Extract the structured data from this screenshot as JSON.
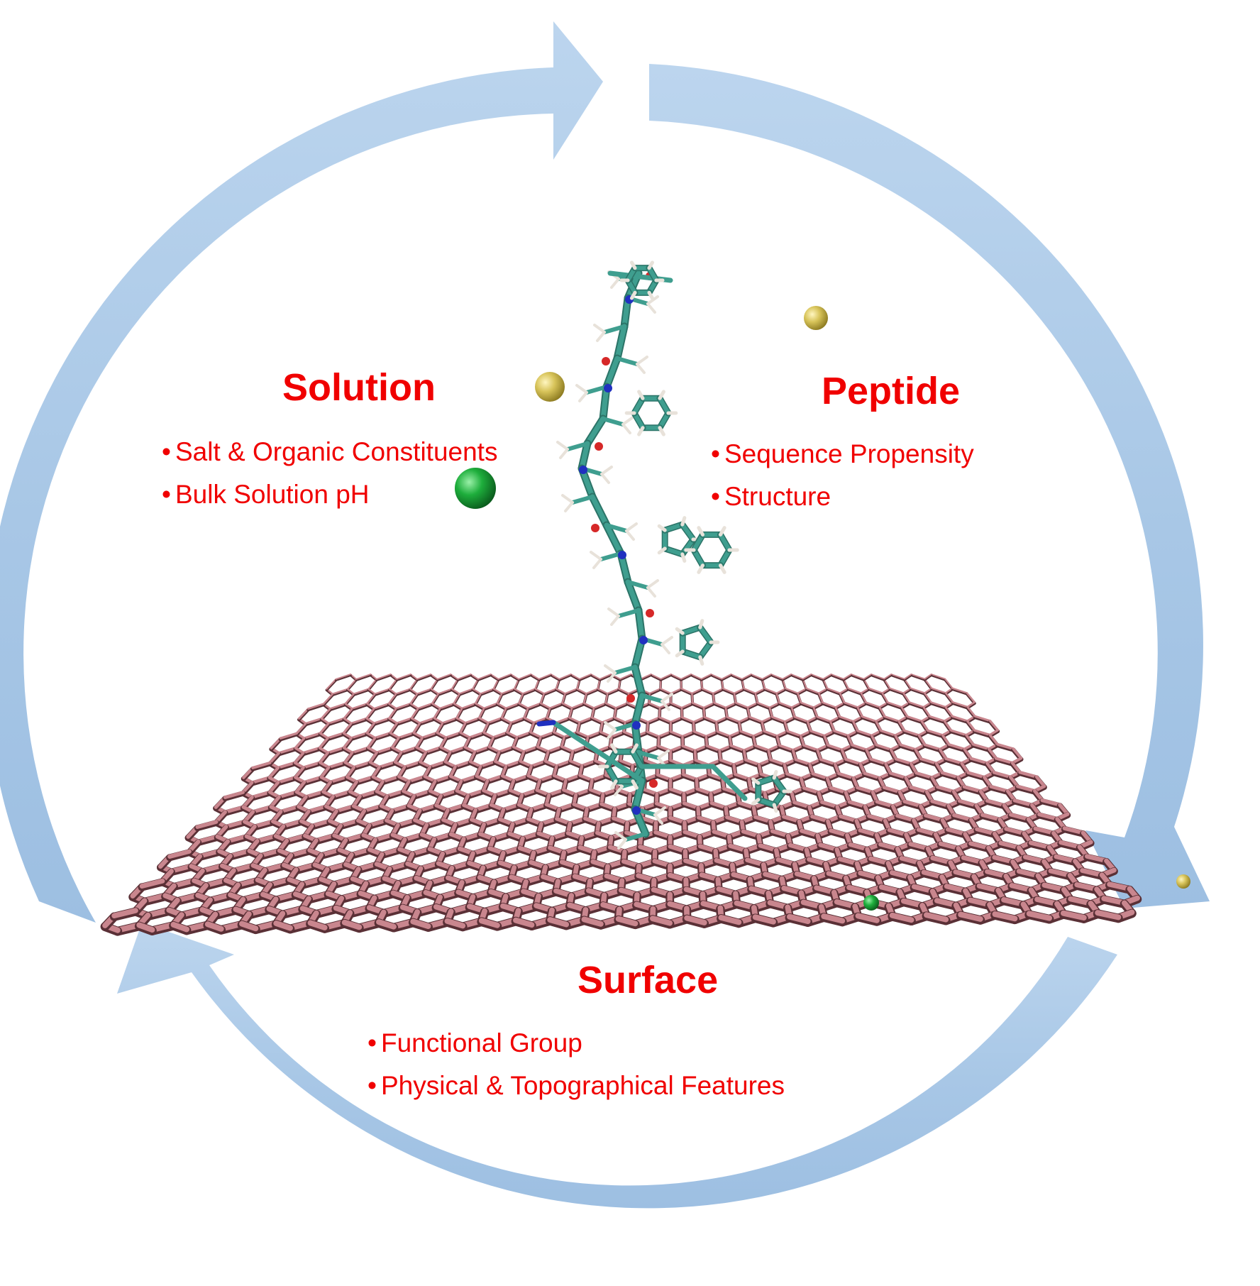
{
  "sections": {
    "solution": {
      "heading": "Solution",
      "items": [
        "Salt & Organic Constituents",
        "Bulk Solution pH"
      ]
    },
    "peptide": {
      "heading": "Peptide",
      "items": [
        "Sequence Propensity",
        "Structure"
      ]
    },
    "surface": {
      "heading": "Surface",
      "items": [
        "Functional Group",
        "Physical & Topographical  Features"
      ]
    }
  },
  "colors": {
    "text": "#f00000",
    "arrow": "#a9c8e6",
    "lattice": "#c9868e",
    "lattice_dark": "#5a3036",
    "peptide_carbon": "#3f9e8f",
    "oxygen": "#d62828",
    "nitrogen": "#2030c0",
    "hydrogen": "#e8e2da",
    "ion_gold": "#d8c45a",
    "ion_green": "#1eae3c"
  },
  "icons": [
    "cycle-arrow-icon",
    "graphene-sheet-icon",
    "peptide-molecule-icon",
    "ion-sphere-icon"
  ]
}
